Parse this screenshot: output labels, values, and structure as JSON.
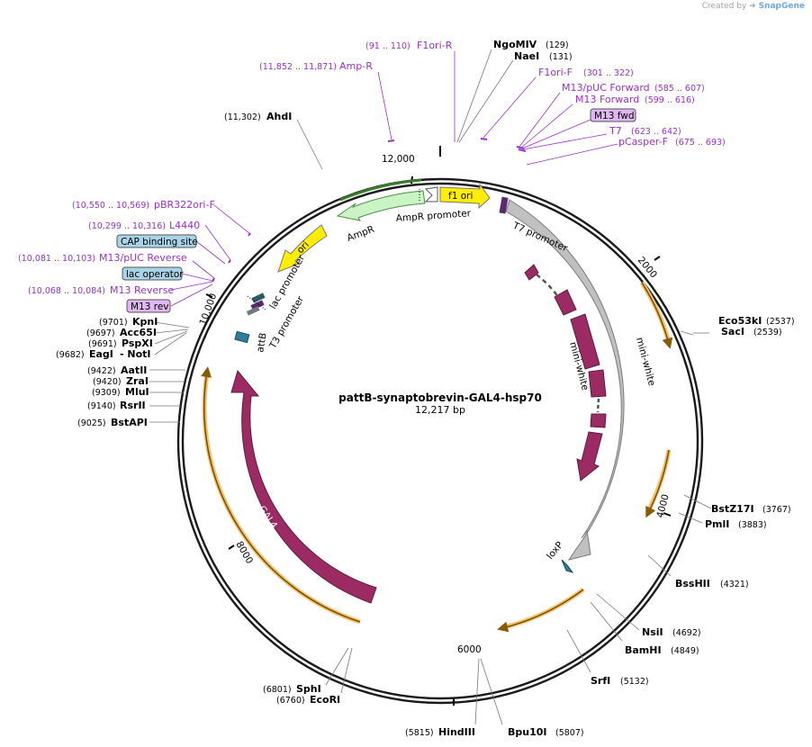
{
  "watermark": {
    "prefix": "Created by",
    "brand": "SnapGene"
  },
  "map": {
    "name": "pattB-synaptobrevin-GAL4-hsp70",
    "length_label": "12,217 bp",
    "ticks": [
      "12,000",
      "2000",
      "4000",
      "6000",
      "8000",
      "10,000"
    ]
  },
  "sites": {
    "ahdi": {
      "name": "AhdI",
      "pos": "(11,302)"
    },
    "ngomiv": {
      "name": "NgoMIV",
      "pos": "(129)"
    },
    "naei": {
      "name": "NaeI",
      "pos": "(131)"
    },
    "eco53ki": {
      "name": "Eco53kI",
      "pos": "(2537)"
    },
    "saci": {
      "name": "SacI",
      "pos": "(2539)"
    },
    "bstz17i": {
      "name": "BstZ17I",
      "pos": "(3767)"
    },
    "pmli": {
      "name": "PmlI",
      "pos": "(3883)"
    },
    "bsshii": {
      "name": "BssHII",
      "pos": "(4321)"
    },
    "nsii": {
      "name": "NsiI",
      "pos": "(4692)"
    },
    "bamhi": {
      "name": "BamHI",
      "pos": "(4849)"
    },
    "srfi": {
      "name": "SrfI",
      "pos": "(5132)"
    },
    "bpu10i": {
      "name": "Bpu10I",
      "pos": "(5807)"
    },
    "hindiii": {
      "name": "HindIII",
      "pos": "(5815)"
    },
    "sphi": {
      "name": "SphI",
      "pos": "(6801)"
    },
    "ecori": {
      "name": "EcoRI",
      "pos": "(6760)"
    },
    "bstapi": {
      "name": "BstAPI",
      "pos": "(9025)"
    },
    "rsrii": {
      "name": "RsrII",
      "pos": "(9140)"
    },
    "mlui": {
      "name": "MluI",
      "pos": "(9309)"
    },
    "zrai": {
      "name": "ZraI",
      "pos": "(9420)"
    },
    "aatii": {
      "name": "AatII",
      "pos": "(9422)"
    },
    "eagi": {
      "name": "EagI",
      "pos": "(9682)",
      "extra": "- NotI"
    },
    "pspxi": {
      "name": "PspXI",
      "pos": "(9691)"
    },
    "acc65i": {
      "name": "Acc65I",
      "pos": "(9697)"
    },
    "kpni": {
      "name": "KpnI",
      "pos": "(9701)"
    }
  },
  "primers": {
    "f1ori_r": {
      "name": "F1ori-R",
      "range": "(91 .. 110)"
    },
    "ampr_p": {
      "name": "Amp-R",
      "range": "(11,852 .. 11,871)"
    },
    "f1ori_f": {
      "name": "F1ori-F",
      "range": "(301 .. 322)"
    },
    "m13puc_f": {
      "name": "M13/pUC Forward",
      "range": "(585 .. 607)"
    },
    "m13_f": {
      "name": "M13 Forward",
      "range": "(599 .. 616)"
    },
    "m13fwd": {
      "name": "M13 fwd"
    },
    "t7": {
      "name": "T7",
      "range": "(623 .. 642)"
    },
    "pcasper": {
      "name": "pCasper-F",
      "range": "(675 .. 693)"
    },
    "pbr322": {
      "name": "pBR322ori-F",
      "range": "(10,550 .. 10,569)"
    },
    "l4440": {
      "name": "L4440",
      "range": "(10,299 .. 10,316)"
    },
    "m13puc_r": {
      "name": "M13/pUC Reverse",
      "range": "(10,081 .. 10,103)"
    },
    "m13_r": {
      "name": "M13 Reverse",
      "range": "(10,068 .. 10,084)"
    },
    "m13rev": {
      "name": "M13 rev"
    }
  },
  "boxes": {
    "cap": "CAP binding site",
    "lacop": "lac operator"
  },
  "features": {
    "f1ori": "f1 ori",
    "ampr_promoter": "AmpR promoter",
    "ampr": "AmpR",
    "ori": "ori",
    "lac_promoter": "lac promoter",
    "t3_promoter": "T3 promoter",
    "attb": "attB",
    "t7_promoter": "T7 promoter",
    "miniwhite_outer": "mini-white",
    "miniwhite_inner": "mini-white",
    "loxp": "loxP",
    "gal4": "GAL4"
  },
  "colors": {
    "backbone": "#1a1a1a",
    "miniwhite": "#c0c0c0",
    "exon": "#9c2b63",
    "gal4": "#9c2b63",
    "orf": "#f2a33a",
    "ampr": "#c9f5c4",
    "ori": "#ffee00",
    "primer": "#9b30c8",
    "attb": "#2f7d99",
    "box_blue": "#a9d3e6",
    "box_purple": "#e0b7f2"
  }
}
